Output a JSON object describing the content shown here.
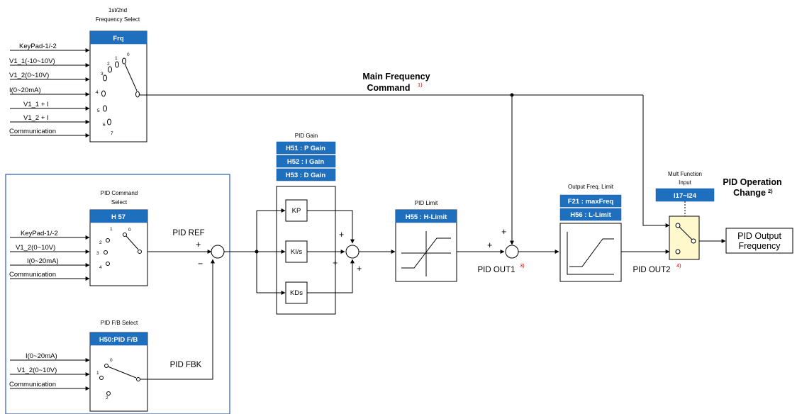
{
  "freq_select": {
    "title_line1": "1st/2nd",
    "title_line2": "Frequency Select",
    "param": "Frq",
    "inputs": [
      "KeyPad-1/-2",
      "V1_1(-10~10V)",
      "V1_2(0~10V)",
      "I(0~20mA)",
      "V1_1 + I",
      "V1_2 + I",
      "Communication"
    ],
    "positions": [
      "0",
      "1",
      "2",
      "3",
      "4",
      "5",
      "6",
      "7"
    ]
  },
  "main_freq": {
    "line1": "Main Frequency",
    "line2": "Command",
    "note": "1)"
  },
  "pid_command": {
    "title_line1": "PID Command",
    "title_line2": "Select",
    "param": "H 57",
    "inputs": [
      "KeyPad-1/-2",
      "V1_2(0~10V)",
      "I(0~20mA)",
      "Communication"
    ],
    "positions": [
      "0",
      "1",
      "2",
      "3",
      "4"
    ]
  },
  "pid_fb": {
    "title": "PID F/B Select",
    "param": "H50:PID F/B",
    "inputs": [
      "I(0~20mA)",
      "V1_2(0~10V)",
      "Communication"
    ],
    "positions": [
      "0",
      "1",
      "2"
    ]
  },
  "pid_ref_label": "PID REF",
  "pid_fbk_label": "PID FBK",
  "pid_gain": {
    "title": "PID Gain",
    "params": [
      "H51 : P Gain",
      "H52 : I Gain",
      "H53 : D Gain"
    ],
    "blocks": [
      "KP",
      "KI/s",
      "KDs"
    ]
  },
  "pid_limit": {
    "title": "PID Limit",
    "param": "H55 : H-Limit"
  },
  "out_limit": {
    "title": "Output Freq. Limit",
    "params": [
      "F21 : maxFreq",
      "H56 : L-Limit"
    ]
  },
  "multi_func": {
    "title_line1": "Mult Function",
    "title_line2": "Input",
    "param": "I17~I24"
  },
  "pid_op_change": {
    "line1": "PID Operation",
    "line2": "Change",
    "note": "2)"
  },
  "pid_out1": {
    "label": "PID OUT1",
    "note": "3)"
  },
  "pid_out2": {
    "label": "PID OUT2",
    "note": "4)"
  },
  "output": {
    "line1": "PID Output",
    "line2": "Frequency"
  },
  "signs": {
    "plus": "+",
    "minus": "−"
  },
  "colors": {
    "param_header": "#1f6fbf",
    "outline_box": "#2b5ca8",
    "switch_fill": "#fff8cc",
    "note": "#e00000"
  }
}
